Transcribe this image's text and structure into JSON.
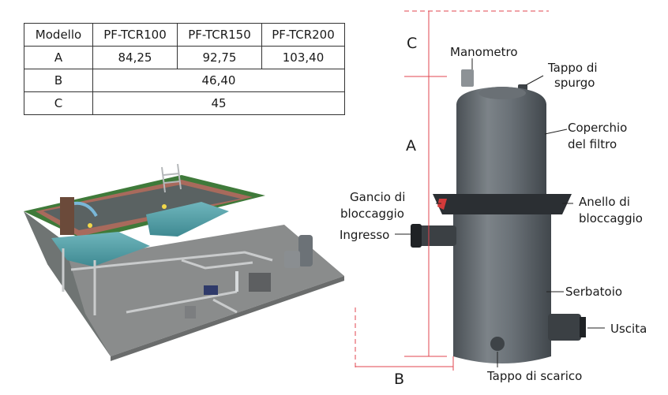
{
  "table": {
    "header": [
      "Modello",
      "PF-TCR100",
      "PF-TCR150",
      "PF-TCR200"
    ],
    "row_a": [
      "A",
      "84,25",
      "92,75",
      "103,40"
    ],
    "row_b": [
      "B",
      "46,40"
    ],
    "row_c": [
      "C",
      "45"
    ]
  },
  "dimensions": {
    "a": "A",
    "b": "B",
    "c": "C"
  },
  "labels": {
    "manometro": "Manometro",
    "tappo_spurgo_1": "Tappo di",
    "tappo_spurgo_2": "spurgo",
    "coperchio_1": "Coperchio",
    "coperchio_2": "del filtro",
    "gancio_1": "Gancio di",
    "gancio_2": "bloccaggio",
    "anello_1": "Anello di",
    "anello_2": "bloccaggio",
    "ingresso": "Ingresso",
    "serbatoio": "Serbatoio",
    "uscita": "Uscita",
    "tappo_scarico": "Tappo di scarico"
  },
  "colors": {
    "dimension_line": "#e0454f",
    "filter_body": "#5f666c",
    "pool_water": "#3f8f98",
    "grass": "#3f7a3a"
  }
}
